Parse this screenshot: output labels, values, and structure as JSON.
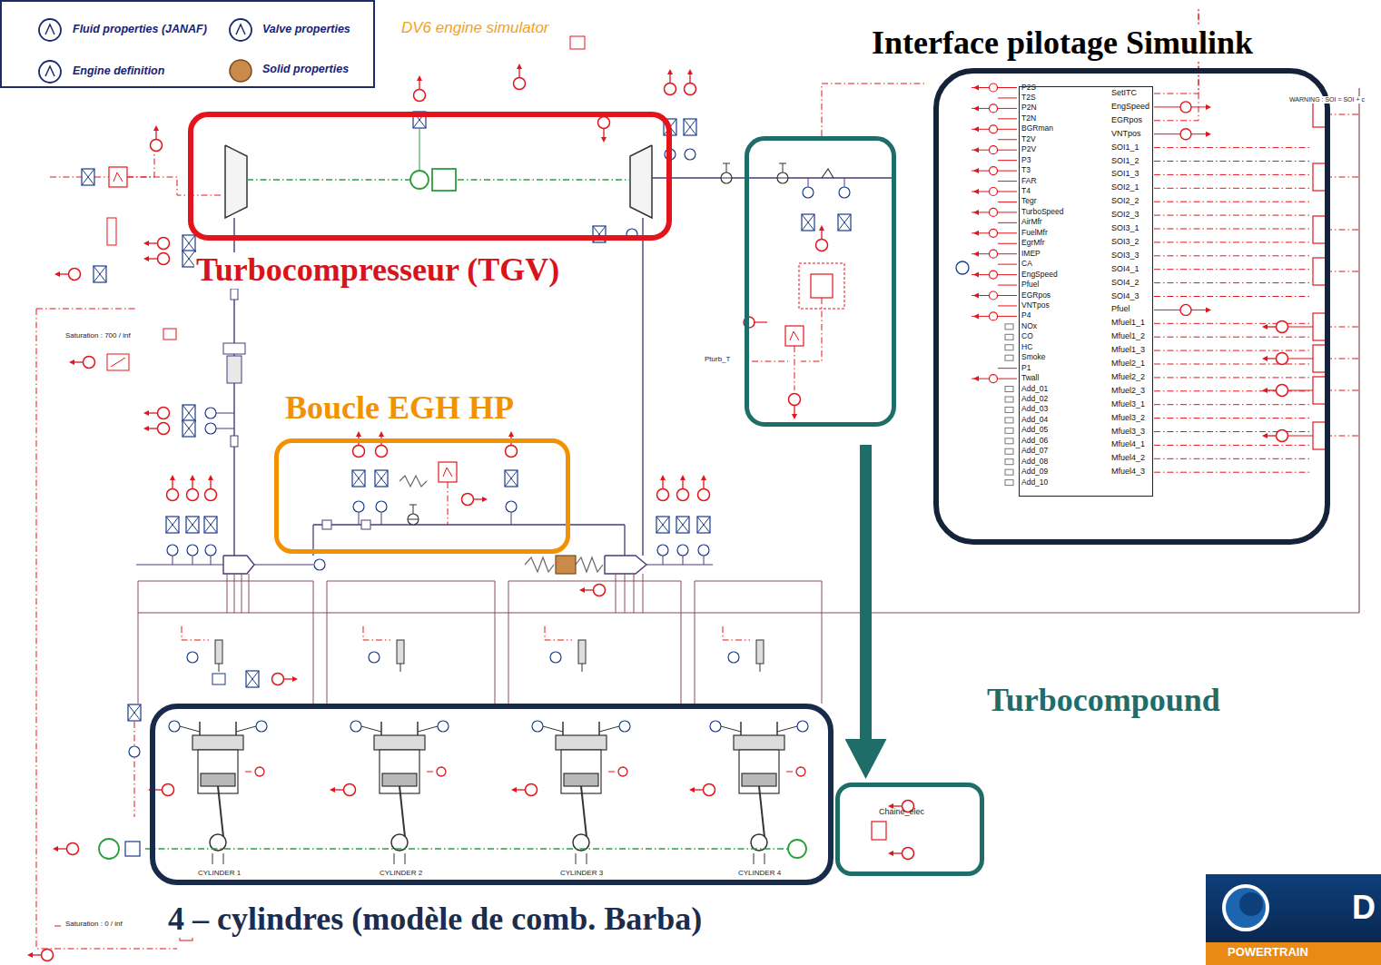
{
  "diagram": {
    "nodes": [
      {
        "text": [
          "Turbocompresseur (TGV)"
        ]
      },
      {
        "text": [
          "Pturb_T"
        ]
      },
      {
        "text": [
          "Interface pilotage Simulink"
        ]
      },
      {
        "text": [
          "P2S",
          "T2S",
          "P2N",
          "T2N",
          "BGRman",
          "T2V",
          "P2V",
          "P3",
          "T3",
          "FAR",
          "T4",
          "Tegr",
          "TurboSpeed",
          "AirMfr",
          "FuelMfr",
          "EgrMfr",
          "IMEP",
          "CA",
          "EngSpeed",
          "Pfuel",
          "EGRpos",
          "VNTpos",
          "P4",
          "NOx",
          "CO",
          "HC",
          "Smoke",
          "P1",
          "Twall",
          "Add_01",
          "Add_02",
          "Add_03",
          "Add_04",
          "Add_05",
          "Add_06",
          "Add_07",
          "Add_08",
          "Add_09",
          "Add_10",
          "SetITC",
          "EngSpeed",
          "EGRpos",
          "VNTpos",
          "SOI1_1",
          "SOI1_2",
          "SOI1_3",
          "SOI2_1",
          "SOI2_2",
          "SOI2_3",
          "SOI3_1",
          "SOI3_2",
          "SOI3_3",
          "SOI4_1",
          "SOI4_2",
          "SOI4_3",
          "Pfuel",
          "Mfuel1_1",
          "Mfuel1_2",
          "Mfuel1_3",
          "Mfuel2_1",
          "Mfuel2_2",
          "Mfuel2_3",
          "Mfuel3_1",
          "Mfuel3_2",
          "Mfuel3_3",
          "Mfuel4_1",
          "Mfuel4_2",
          "Mfuel4_3"
        ],
        "in": 2
      },
      {
        "text": [
          "Boucle EGH HP"
        ]
      },
      {
        "text": [
          "4 – cylindres (modèle de comb. Barba)",
          "CYLINDER 1",
          "CYLINDER 2",
          "CYLINDER 3",
          "CYLINDER 4"
        ]
      },
      {
        "text": [
          "Chaine_elec"
        ]
      }
    ],
    "edges": [
      {
        "from": 1,
        "to": 6,
        "arrow": "to",
        "label": "Turbocompound"
      }
    ],
    "labels": [
      "DV6 engine simulator",
      "Saturation : 700 / inf",
      "WARNING : SOI = SOI + c",
      "Saturation : 0 / inf",
      "POWERTRAIN",
      "D"
    ],
    "legend": [
      {
        "text": "Fluid properties (JANAF)"
      },
      {
        "text": "Valve properties"
      },
      {
        "text": "Engine definition"
      },
      {
        "text": "Solid properties"
      }
    ]
  }
}
